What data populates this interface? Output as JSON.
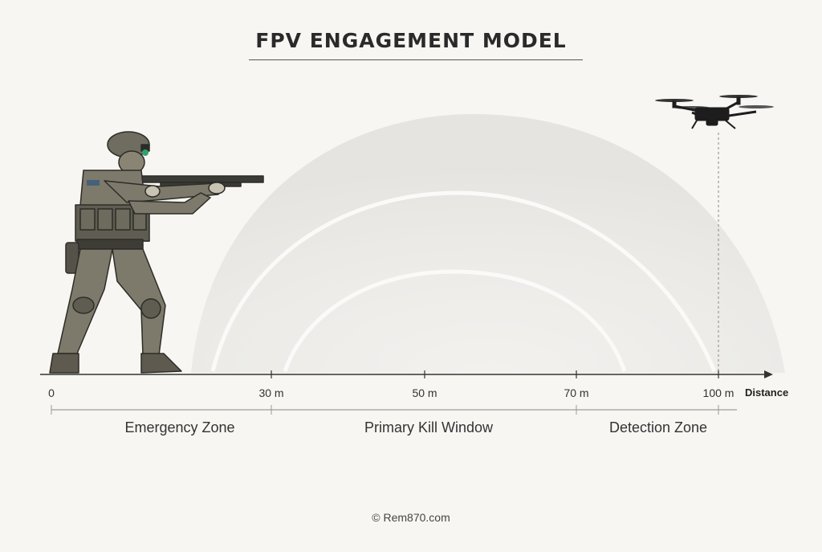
{
  "title": "FPV ENGAGEMENT MODEL",
  "axis": {
    "name": "Distance",
    "ticks": [
      {
        "value": 0,
        "label": "0"
      },
      {
        "value": 30,
        "label": "30 m"
      },
      {
        "value": 50,
        "label": "50 m"
      },
      {
        "value": 70,
        "label": "70 m"
      },
      {
        "value": 100,
        "label": "100 m"
      }
    ]
  },
  "zones": [
    {
      "label": "Emergency Zone",
      "from": 0,
      "to": 30
    },
    {
      "label": "Primary Kill Window",
      "from": 30,
      "to": 70
    },
    {
      "label": "Detection Zone",
      "from": 70,
      "to": 100
    }
  ],
  "figures": {
    "shooter": "soldier-with-shotgun-illustration",
    "target": "quadcopter-drone-icon"
  },
  "colors": {
    "background": "#f8f6f3",
    "arc_fill": "#e9e8e5",
    "axis": "#333333",
    "soldier": "#7d7a6c"
  },
  "footer": "© Rem870.com"
}
